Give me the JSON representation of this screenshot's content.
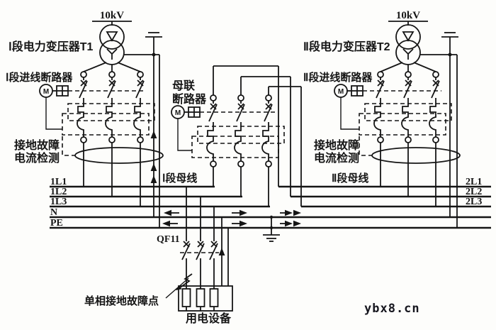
{
  "colors": {
    "line": "#151515",
    "background": "#fdfdfb"
  },
  "labels": {
    "section1": {
      "voltage": "10kV",
      "transformer": "Ⅰ段电力变压器T1",
      "incoming_breaker": "Ⅰ段进线断路器",
      "ground_fault_detect_line1": "接地故障",
      "ground_fault_detect_line2": "电流检测",
      "bus_name": "Ⅰ段母线",
      "bus_phases": [
        "1L1",
        "1L2",
        "1L3"
      ]
    },
    "section2": {
      "voltage": "10kV",
      "transformer": "Ⅱ段电力变压器T2",
      "incoming_breaker": "Ⅱ段进线断路器",
      "ground_fault_detect_line1": "接地故障",
      "ground_fault_detect_line2": "电流检测",
      "bus_name": "Ⅱ段母线",
      "bus_phases": [
        "2L1",
        "2L2",
        "2L3"
      ]
    },
    "tie_breaker": {
      "line1": "母联",
      "line2": "断路器"
    },
    "neutral": "N",
    "pe": "PE",
    "feeder_breaker": "QF11",
    "fault_point": "单相接地故障点",
    "load": "用电设备",
    "motor_operator": "M",
    "watermark": "ybx8.cn"
  }
}
